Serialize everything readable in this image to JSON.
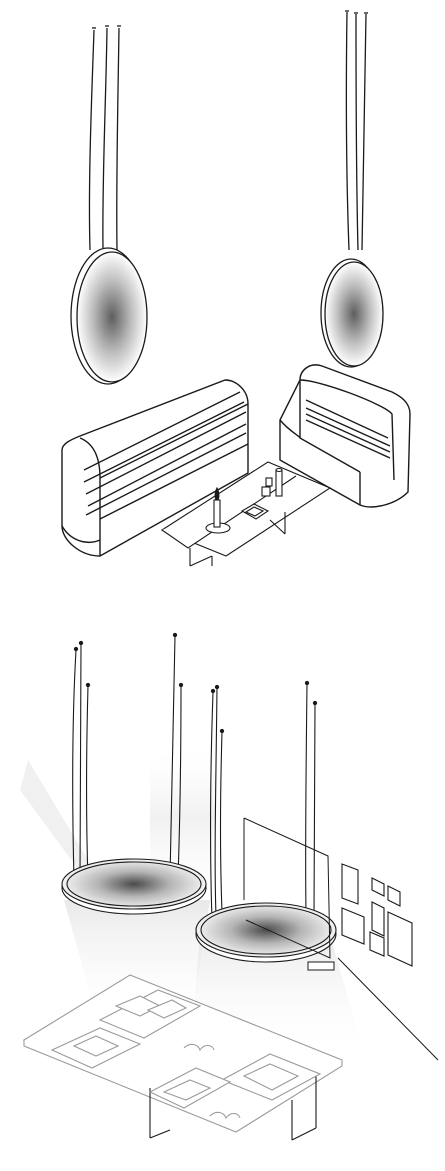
{
  "scene_top": {
    "pendants": [
      {
        "name": "pendant-left"
      },
      {
        "name": "pendant-right"
      }
    ],
    "furniture": [
      {
        "name": "sofa-left"
      },
      {
        "name": "sofa-right"
      },
      {
        "name": "coffee-table"
      },
      {
        "name": "candle"
      },
      {
        "name": "table-objects"
      }
    ]
  },
  "scene_bottom": {
    "pendants": [
      {
        "name": "disc-pendant-left"
      },
      {
        "name": "disc-pendant-right"
      }
    ],
    "elements": [
      {
        "name": "glass-panel"
      },
      {
        "name": "wall-frames"
      },
      {
        "name": "long-table"
      }
    ]
  },
  "colors": {
    "line": "#1a1a1a",
    "light_line": "#9a9a9a",
    "mirror_center": "#6e6e6e",
    "background": "#ffffff"
  }
}
